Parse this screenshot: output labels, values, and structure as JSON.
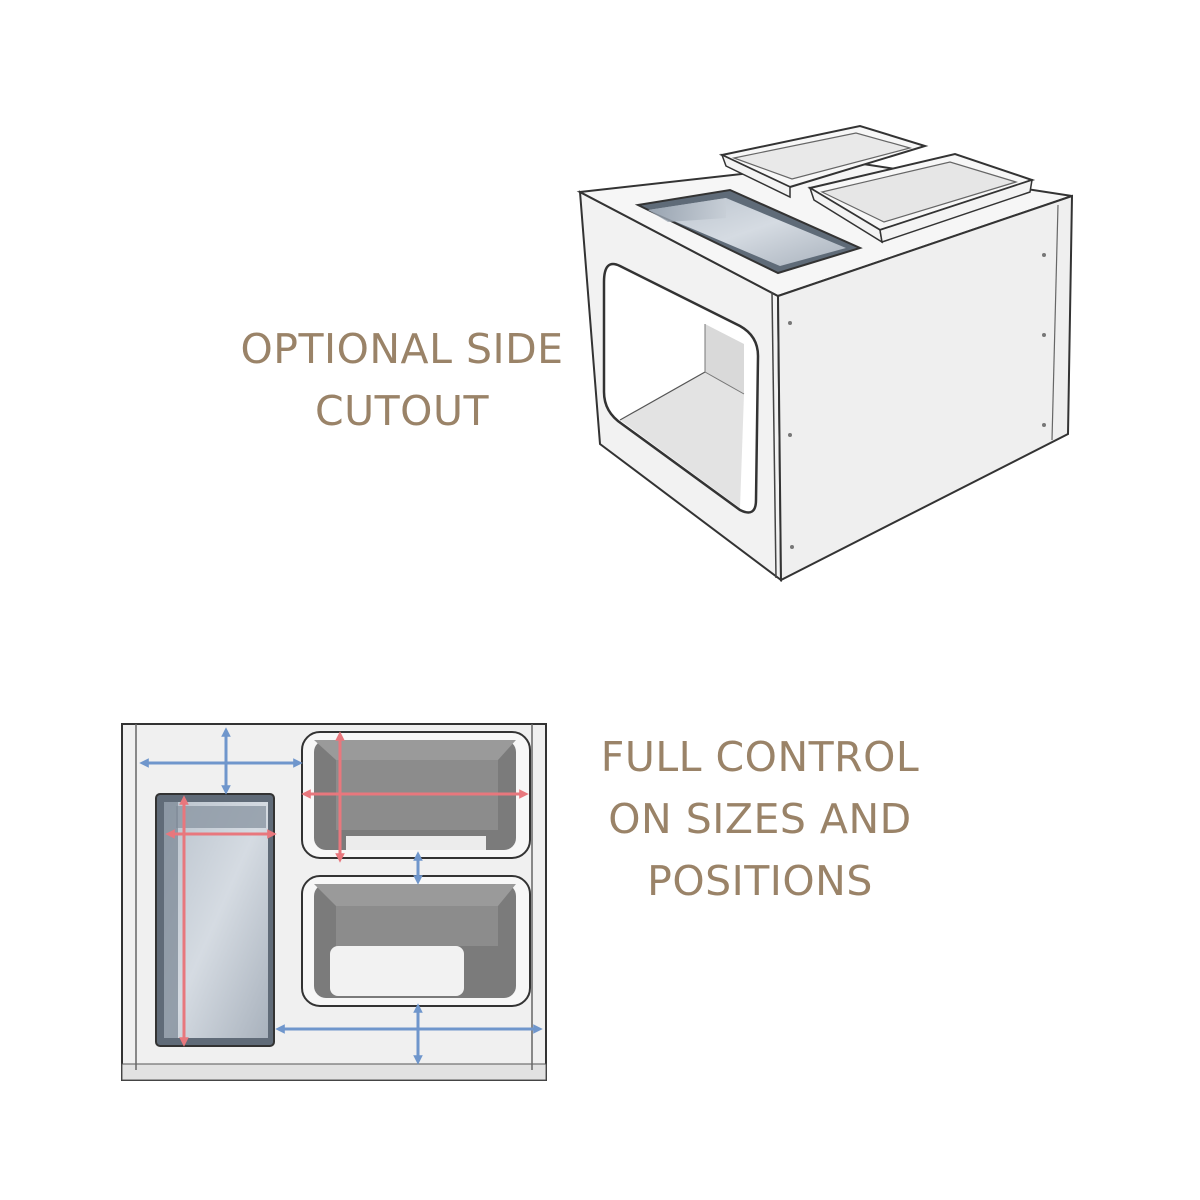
{
  "captions": {
    "side_cutout": [
      "OPTIONAL SIDE",
      "CUTOUT"
    ],
    "control": [
      "FULL CONTROL",
      "ON SIZES AND",
      "POSITIONS"
    ]
  },
  "colors": {
    "caption": "#9a8368",
    "panel": "#efefef",
    "edge": "#3a3a3a",
    "dimension_blue": "#6f96cc",
    "dimension_red": "#e8777d"
  }
}
